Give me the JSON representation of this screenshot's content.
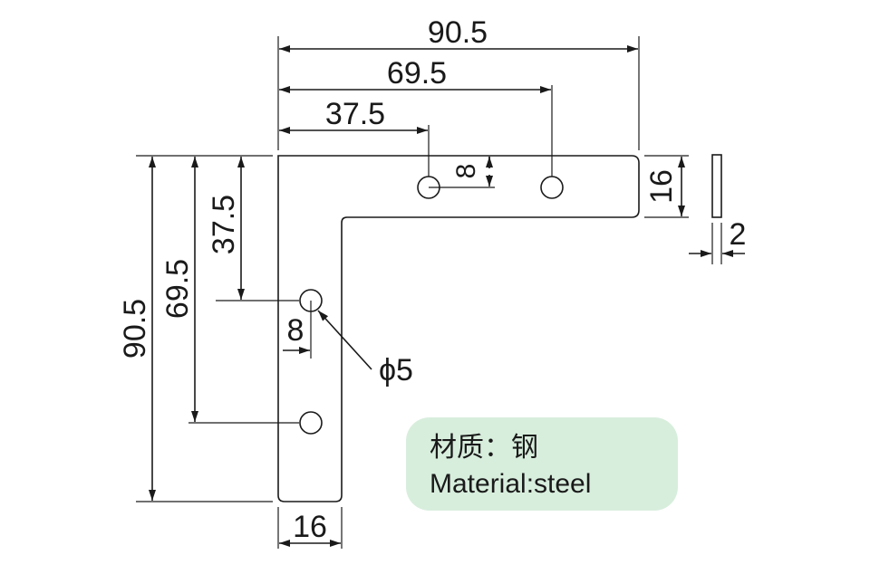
{
  "dimensions": {
    "top_overall": "90.5",
    "top_second_hole": "69.5",
    "top_first_hole": "37.5",
    "left_overall": "90.5",
    "left_second_hole": "69.5",
    "left_first_hole": "37.5",
    "hole_offset_top": "8",
    "hole_offset_left": "8",
    "arm_width_right": "16",
    "arm_width_bottom": "16",
    "thickness": "2",
    "hole_diameter": "ϕ5"
  },
  "material_note": {
    "cn": "材质：钢",
    "en": "Material:steel",
    "background": "#d8eedd"
  }
}
